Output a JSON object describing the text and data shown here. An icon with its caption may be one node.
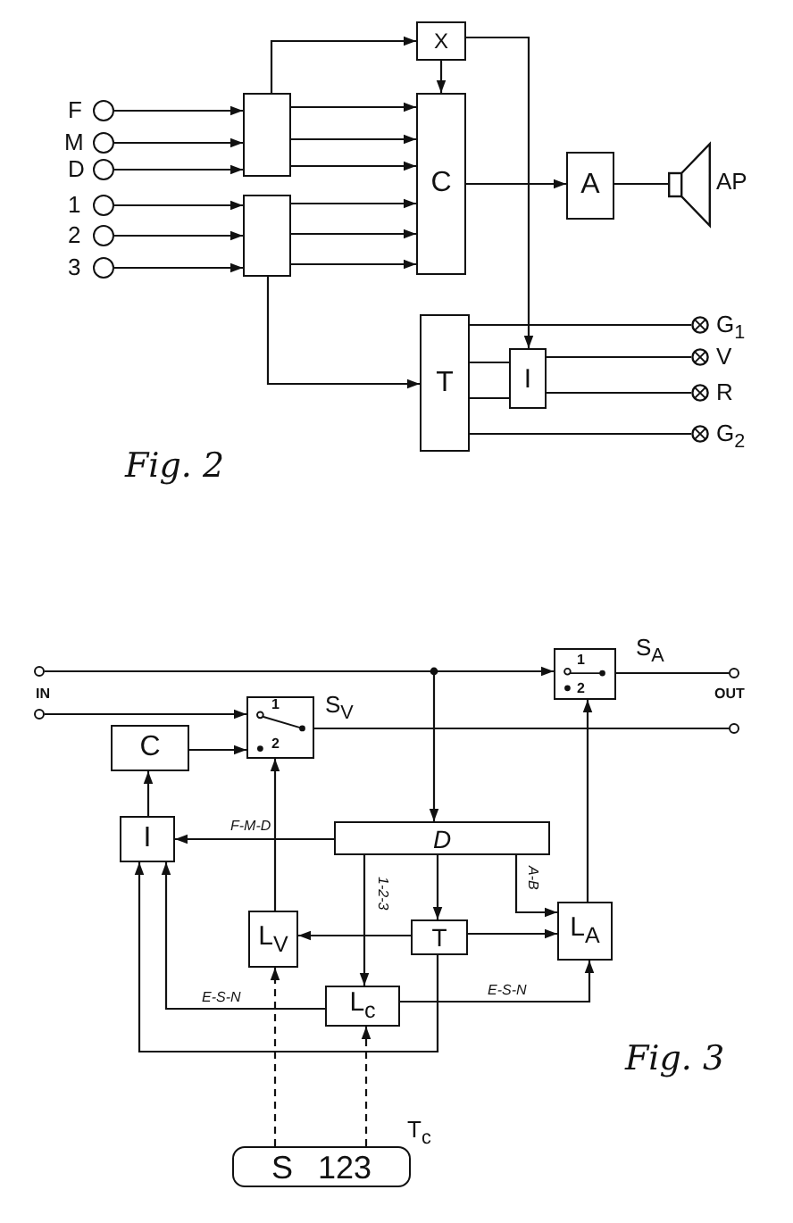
{
  "diagram": {
    "nodes": [
      {
        "text": [],
        "shape": "circle",
        "beside": [
          "F"
        ]
      },
      {
        "text": [],
        "shape": "circle",
        "beside": [
          "M"
        ]
      },
      {
        "text": [],
        "shape": "circle",
        "beside": [
          "D"
        ]
      },
      {
        "text": [],
        "shape": "circle",
        "beside": [
          "1"
        ]
      },
      {
        "text": [],
        "shape": "circle",
        "beside": [
          "2"
        ]
      },
      {
        "text": [],
        "shape": "circle",
        "beside": [
          "3"
        ]
      },
      {
        "text": [],
        "shape": "box"
      },
      {
        "text": [],
        "shape": "box"
      },
      {
        "text": [
          "X"
        ]
      },
      {
        "text": [
          "C"
        ]
      },
      {
        "text": [
          "A"
        ]
      },
      {
        "text": [],
        "shape": "speaker",
        "beside": [
          "AP"
        ]
      },
      {
        "text": [
          "T"
        ]
      },
      {
        "text": [
          "I"
        ]
      },
      {
        "text": [],
        "shape": "lamp",
        "beside": [
          "G$_{1}$"
        ]
      },
      {
        "text": [],
        "shape": "lamp",
        "beside": [
          "V"
        ]
      },
      {
        "text": [],
        "shape": "lamp",
        "beside": [
          "R"
        ]
      },
      {
        "text": [],
        "shape": "lamp",
        "beside": [
          "G$_{2}$"
        ]
      },
      {
        "text": [],
        "shape": "circle"
      },
      {
        "text": [],
        "shape": "circle"
      },
      {
        "text": [
          "1",
          "2"
        ],
        "beside": [
          "S$_{A}$"
        ]
      },
      {
        "text": [
          "1",
          "2"
        ],
        "beside": [
          "S$_{V}$"
        ]
      },
      {
        "text": [],
        "shape": "circle"
      },
      {
        "text": [],
        "shape": "circle"
      },
      {
        "text": [
          "C"
        ]
      },
      {
        "text": [
          "I"
        ]
      },
      {
        "text": [
          "D"
        ]
      },
      {
        "text": [
          "L$_{A}$"
        ]
      },
      {
        "text": [
          "L$_{V}$"
        ]
      },
      {
        "text": [
          "T"
        ]
      },
      {
        "text": [
          "L$_{c}$"
        ]
      },
      {
        "text": [
          "S",
          "123"
        ],
        "beside": [
          "T$_{c}$"
        ]
      }
    ],
    "edges": [
      {
        "from": 0,
        "to": 6,
        "arrow": "to"
      },
      {
        "from": 1,
        "to": 6,
        "arrow": "to"
      },
      {
        "from": 2,
        "to": 6,
        "arrow": "to"
      },
      {
        "from": 3,
        "to": 7,
        "arrow": "to"
      },
      {
        "from": 4,
        "to": 7,
        "arrow": "to"
      },
      {
        "from": 5,
        "to": 7,
        "arrow": "to"
      },
      {
        "from": 6,
        "to": 9,
        "arrow": "to"
      },
      {
        "from": 6,
        "to": 9,
        "arrow": "to"
      },
      {
        "from": 6,
        "to": 9,
        "arrow": "to"
      },
      {
        "from": 7,
        "to": 9,
        "arrow": "to"
      },
      {
        "from": 7,
        "to": 9,
        "arrow": "to"
      },
      {
        "from": 7,
        "to": 9,
        "arrow": "to"
      },
      {
        "from": 6,
        "to": 8,
        "arrow": "to"
      },
      {
        "from": 8,
        "to": 9,
        "arrow": "to"
      },
      {
        "from": 8,
        "to": 13,
        "arrow": "to"
      },
      {
        "from": 9,
        "to": 10,
        "arrow": "to"
      },
      {
        "from": 10,
        "to": 11,
        "arrow": "none"
      },
      {
        "from": 7,
        "to": 12,
        "arrow": "to"
      },
      {
        "from": 12,
        "to": 14,
        "arrow": "none"
      },
      {
        "from": 12,
        "to": 13,
        "arrow": "none"
      },
      {
        "from": 12,
        "to": 13,
        "arrow": "none"
      },
      {
        "from": 13,
        "to": 15,
        "arrow": "none"
      },
      {
        "from": 13,
        "to": 16,
        "arrow": "none"
      },
      {
        "from": 12,
        "to": 17,
        "arrow": "none"
      },
      {
        "from": 18,
        "to": 20,
        "arrow": "to"
      },
      {
        "from": 18,
        "to": 26,
        "arrow": "to"
      },
      {
        "from": 19,
        "to": 21,
        "arrow": "to"
      },
      {
        "from": 20,
        "to": 22,
        "arrow": "none"
      },
      {
        "from": 21,
        "to": 23,
        "arrow": "none"
      },
      {
        "from": 24,
        "to": 21,
        "arrow": "to"
      },
      {
        "from": 25,
        "to": 24,
        "arrow": "to"
      },
      {
        "from": 26,
        "to": 25,
        "arrow": "to",
        "label": "F-M-D"
      },
      {
        "from": 26,
        "to": 30,
        "arrow": "to",
        "label": "1-2-3"
      },
      {
        "from": 26,
        "to": 29,
        "arrow": "to"
      },
      {
        "from": 26,
        "to": 27,
        "arrow": "to",
        "label": "A-B"
      },
      {
        "from": 27,
        "to": 20,
        "arrow": "to"
      },
      {
        "from": 28,
        "to": 21,
        "arrow": "to"
      },
      {
        "from": 29,
        "to": 28,
        "arrow": "to"
      },
      {
        "from": 29,
        "to": 27,
        "arrow": "to"
      },
      {
        "from": 30,
        "to": 25,
        "arrow": "to",
        "label": "E-S-N"
      },
      {
        "from": 30,
        "to": 27,
        "arrow": "to",
        "label": "E-S-N"
      },
      {
        "from": 29,
        "to": 25,
        "arrow": "to"
      },
      {
        "from": 31,
        "to": 28,
        "arrow": "to",
        "style": "dashed"
      },
      {
        "from": 31,
        "to": 30,
        "arrow": "to",
        "style": "dashed"
      }
    ],
    "labels": [
      "Fig. 2",
      "IN",
      "OUT",
      "Fig. 3"
    ]
  }
}
